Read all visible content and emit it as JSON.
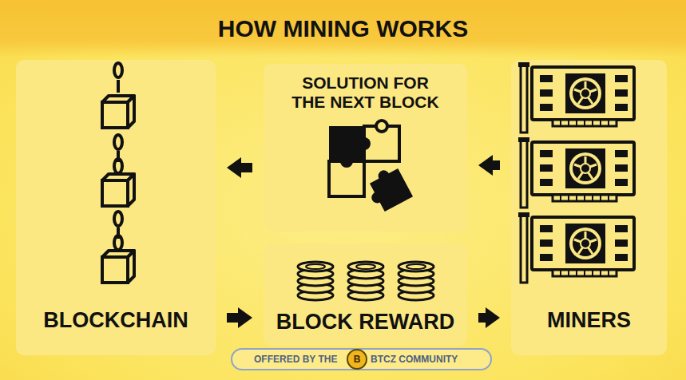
{
  "diagram": {
    "title": "HOW MINING WORKS",
    "nodes": [
      {
        "text": [
          "BLOCKCHAIN"
        ]
      },
      {
        "text": [
          "SOLUTION FOR THE NEXT BLOCK"
        ]
      },
      {
        "text": [
          "MINERS"
        ]
      },
      {
        "text": [
          "BLOCK REWARD"
        ]
      }
    ],
    "edges": [
      {
        "from": 2,
        "to": 1,
        "arrow": "to"
      },
      {
        "from": 1,
        "to": 0,
        "arrow": "to"
      },
      {
        "from": 0,
        "to": 3,
        "arrow": "to"
      },
      {
        "from": 3,
        "to": 2,
        "arrow": "to"
      }
    ],
    "labels": [
      "OFFERED BY THE",
      "B",
      "BTCZ COMMUNITY"
    ]
  }
}
